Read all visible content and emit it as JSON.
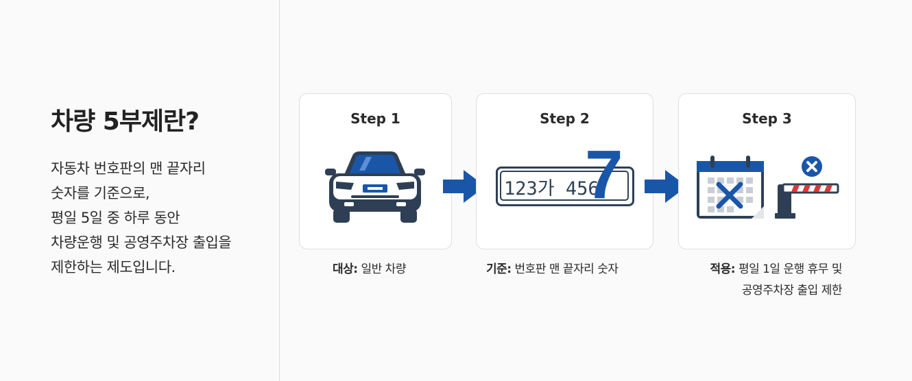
{
  "intro": {
    "title": "차량 5부제란?",
    "description_lines": [
      "자동차 번호판의 맨 끝자리",
      "숫자를 기준으로,",
      "평일 5일 중 하루 동안",
      "차량운행 및 공영주차장 출입을",
      "제한하는 제도입니다."
    ]
  },
  "steps": [
    {
      "label": "Step 1",
      "icon": "car-icon",
      "car_plate_text": "",
      "caption_key": "대상:",
      "caption_value": "일반 차량"
    },
    {
      "label": "Step 2",
      "icon": "license-plate-icon",
      "plate_text": "123가 456",
      "plate_last_digit": "7",
      "caption_key": "기준:",
      "caption_value": "번호판 맨 끝자리 숫자"
    },
    {
      "label": "Step 3",
      "icon": "restricted-calendar-and-parking-barrier-icon",
      "caption_key": "적용:",
      "caption_value_line1": "평일 1일 운행 휴무 및",
      "caption_value_line2": "공영주차장 출입 제한"
    }
  ],
  "colors": {
    "accent_blue": "#1a56a8",
    "dark_navy": "#2e3f55",
    "barrier_red": "#d9383a",
    "text": "#222222"
  }
}
